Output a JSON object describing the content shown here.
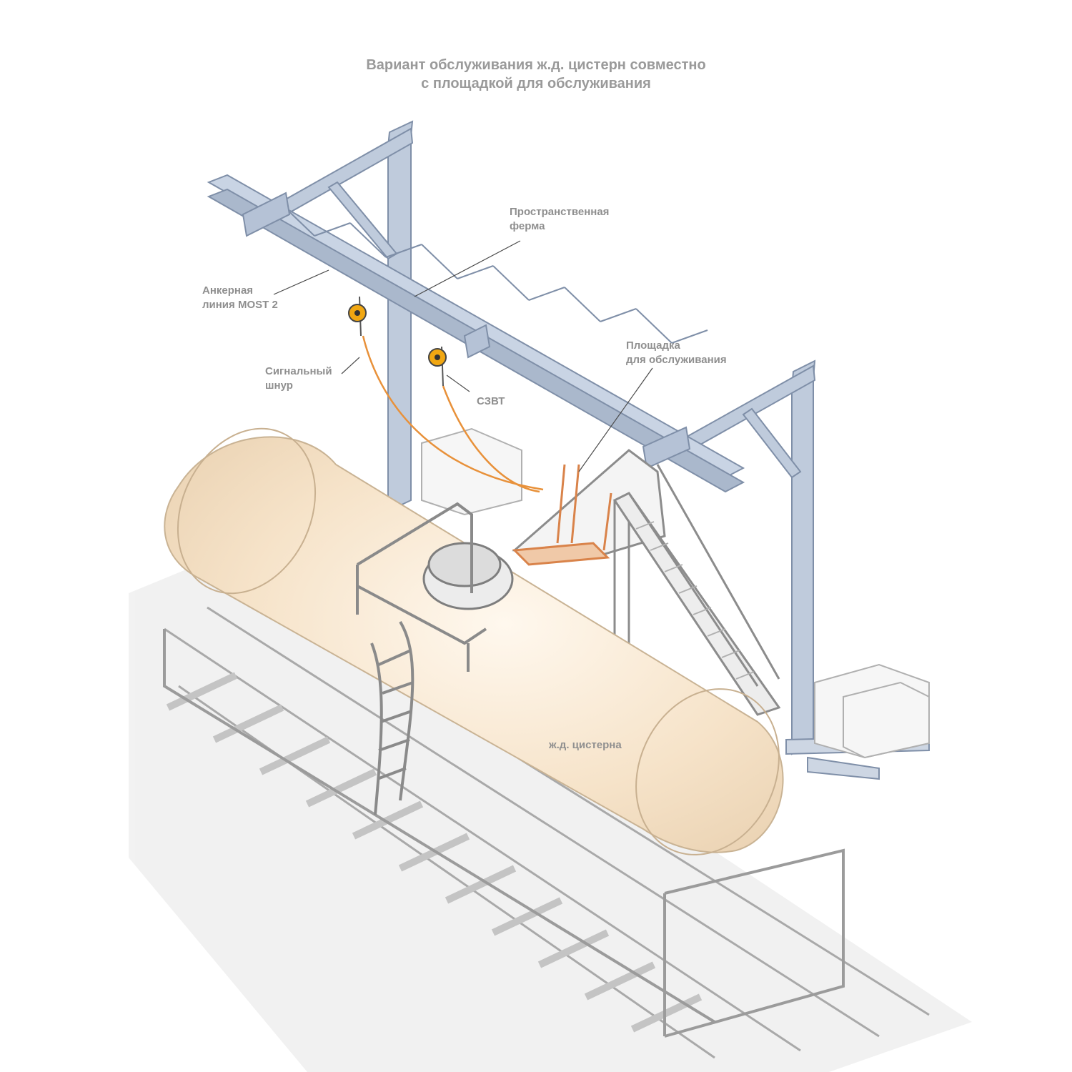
{
  "title": {
    "line1": "Вариант обслуживания ж.д. цистерн совместно",
    "line2": "с площадкой для обслуживания"
  },
  "labels": {
    "truss": {
      "line1": "Пространственная",
      "line2": "ферма"
    },
    "anchor_line": {
      "line1": "Анкерная",
      "line2": "линия MOST 2"
    },
    "platform": {
      "line1": "Площадка",
      "line2": "для обслуживания"
    },
    "signal_cord": {
      "line1": "Сигнальный",
      "line2": "шнур"
    },
    "szvt": {
      "line1": "СЗВТ"
    },
    "tank": {
      "line1": "ж.д. цистерна"
    }
  },
  "colors": {
    "steel": "#b9c6d9",
    "steel_edge": "#7f8fa8",
    "tank_fill": "#f3dcc0",
    "rail": "#9b9b9b",
    "cord": "#e8913a",
    "device": "#f1a712",
    "platform_accent": "#d9834a",
    "text": "#8f8f8f"
  }
}
